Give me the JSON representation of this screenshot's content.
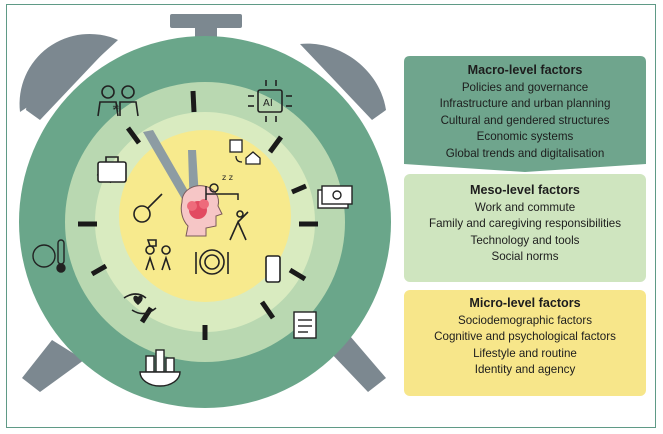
{
  "colors": {
    "frame_border": "#5f9a86",
    "outer_ring": "#6aa68a",
    "middle_ring": "#b9d8b1",
    "inner_disc": "#d9ebc0",
    "center_disc": "#f7ea8d",
    "hands": "#8d9ca3",
    "bells_legs": "#7c8890",
    "macro_box": "#6fa58d",
    "meso_box": "#cfe5bf",
    "micro_box": "#f7e68a"
  },
  "icons": {
    "outer_ring": [
      "people-equality-icon",
      "ai-chip-icon",
      "money-stack-icon",
      "policy-document-icon",
      "city-globe-icon",
      "earth-thermometer-icon"
    ],
    "middle_ring": [
      "briefcase-icon",
      "home-work-commute-icon",
      "smartphone-icon",
      "caring-hands-icon"
    ],
    "center": [
      "guitar-icon",
      "sleeping-bed-icon",
      "stretching-person-icon",
      "two-people-talking-icon",
      "plate-cutlery-icon",
      "brain-head-icon"
    ]
  },
  "panels": {
    "macro": {
      "title": "Macro-level factors",
      "items": [
        "Policies and governance",
        "Infrastructure and urban planning",
        "Cultural and gendered structures",
        "Economic systems",
        "Global trends and digitalisation"
      ]
    },
    "meso": {
      "title": "Meso-level factors",
      "items": [
        "Work and commute",
        "Family and caregiving responsibilities",
        "Technology and tools",
        "Social norms"
      ]
    },
    "micro": {
      "title": "Micro-level factors",
      "items": [
        "Sociodemographic factors",
        "Cognitive and psychological factors",
        "Lifestyle and routine",
        "Identity and agency"
      ]
    }
  }
}
